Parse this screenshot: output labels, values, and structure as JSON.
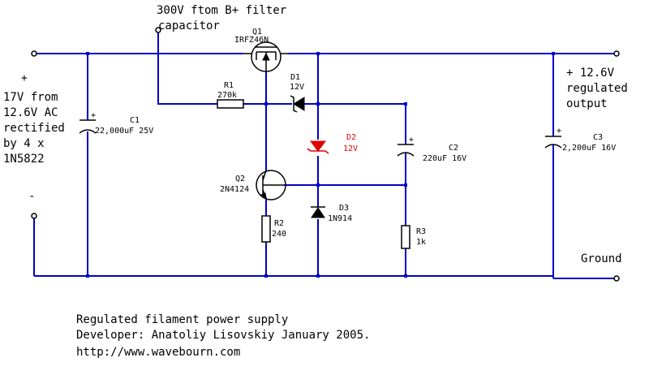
{
  "labels": {
    "b_plus_line1": "300V ftom B+ filter",
    "b_plus_line2": "capacitor",
    "q1_name": "Q1",
    "q1_part": "IRFZ46N",
    "plus_sign": "+",
    "minus_sign": "-",
    "input_line1": "17V from",
    "input_line2": "12.6V AC",
    "input_line3": "rectified",
    "input_line4": "by 4 x",
    "input_line5": "1N5822",
    "c1_name": "C1",
    "c1_value": "22,000uF 25V",
    "r1_name": "R1",
    "r1_value": "270k",
    "d1_name": "D1",
    "d1_value": "12V",
    "d2_name": "D2",
    "d2_value": "12V",
    "c2_name": "C2",
    "c2_value": "220uF 16V",
    "q2_name": "Q2",
    "q2_part": "2N4124",
    "r2_name": "R2",
    "r2_value": "240",
    "d3_name": "D3",
    "d3_part": "1N914",
    "r3_name": "R3",
    "r3_value": "1k",
    "out_line1": "+ 12.6V",
    "out_line2": "regulated",
    "out_line3": "output",
    "c3_name": "C3",
    "c3_value": "2,200uF 16V",
    "ground": "Ground"
  },
  "caption": {
    "line1": "Regulated filament power supply",
    "line2": "Developer: Anatoliy Lisovskiy January 2005.",
    "line3": "http://www.wavebourn.com"
  },
  "colors": {
    "wire": "#0000c8",
    "component": "#000000",
    "highlight": "#e00000",
    "background": "#ffffff"
  }
}
